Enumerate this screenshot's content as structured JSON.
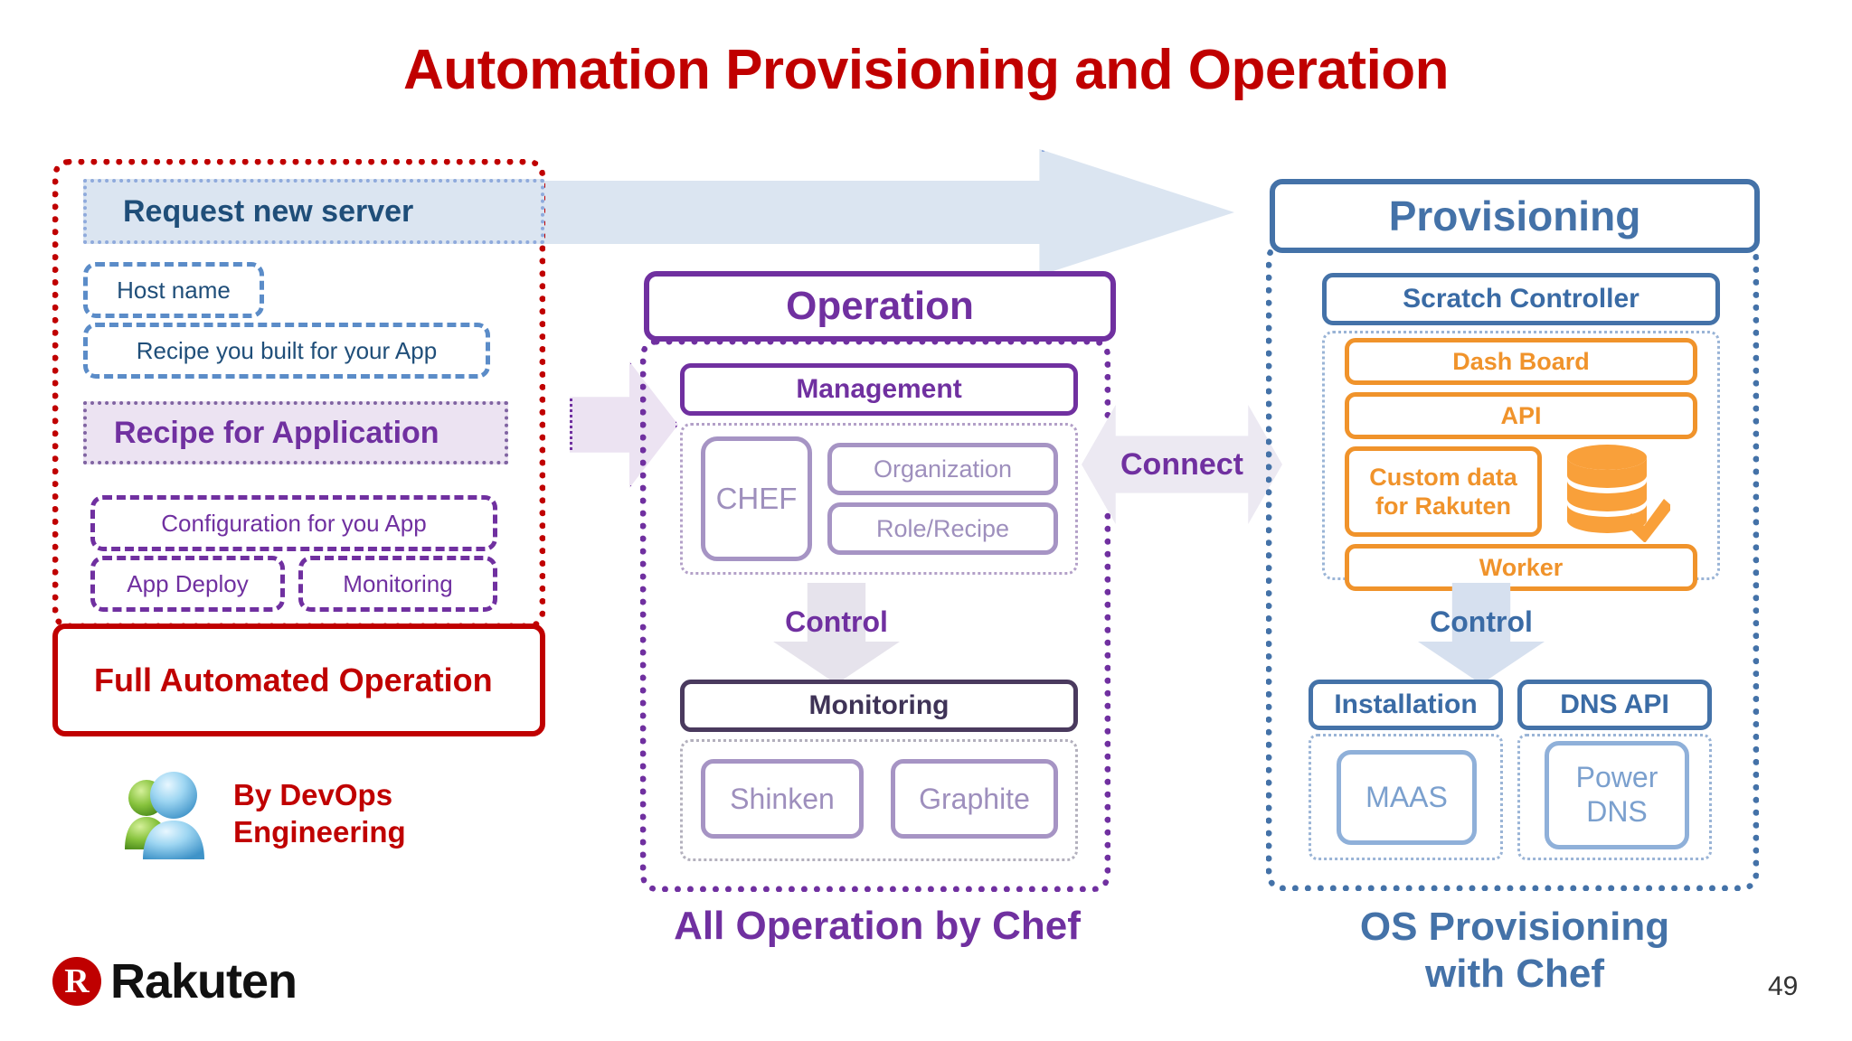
{
  "slide": {
    "title": "Automation Provisioning and Operation",
    "page_number": "49"
  },
  "colors": {
    "title_red": "#c00000",
    "blue": "#4472a8",
    "dark_blue_text": "#1f4e79",
    "purple": "#7030a0",
    "orange": "#f0932b",
    "lavender": "#9e8fbd",
    "soft_blue": "#7ba0ce"
  },
  "left": {
    "request_bar": "Request new server",
    "blue_items": [
      "Host name",
      "Recipe you built for your App"
    ],
    "recipe_bar": "Recipe for Application",
    "purple_items": [
      "Configuration for you App",
      "App Deploy",
      "Monitoring"
    ],
    "full_automated": "Full Automated Operation",
    "devops_line1": "By DevOps",
    "devops_line2": "Engineering",
    "devops_icon": "people-icon"
  },
  "center": {
    "header": "Operation",
    "management_header": "Management",
    "chef": "CHEF",
    "chef_items": [
      "Organization",
      "Role/Recipe"
    ],
    "control_label": "Control",
    "monitoring_header": "Monitoring",
    "monitoring_items": [
      "Shinken",
      "Graphite"
    ],
    "caption": "All Operation by Chef"
  },
  "right": {
    "header": "Provisioning",
    "scratch_header": "Scratch Controller",
    "orange_items": [
      "Dash Board",
      "API"
    ],
    "custom_data_line1": "Custom data",
    "custom_data_line2": "for Rakuten",
    "database_icon": "database-check-icon",
    "worker": "Worker",
    "control_label": "Control",
    "columns": [
      {
        "header": "Installation",
        "body": "MAAS"
      },
      {
        "header": "DNS API",
        "body": "Power\nDNS"
      }
    ],
    "caption_line1": "OS Provisioning",
    "caption_line2": "with Chef"
  },
  "middle": {
    "connect_label": "Connect"
  },
  "footer": {
    "logo_mark": "R",
    "logo_word": "Rakuten"
  }
}
